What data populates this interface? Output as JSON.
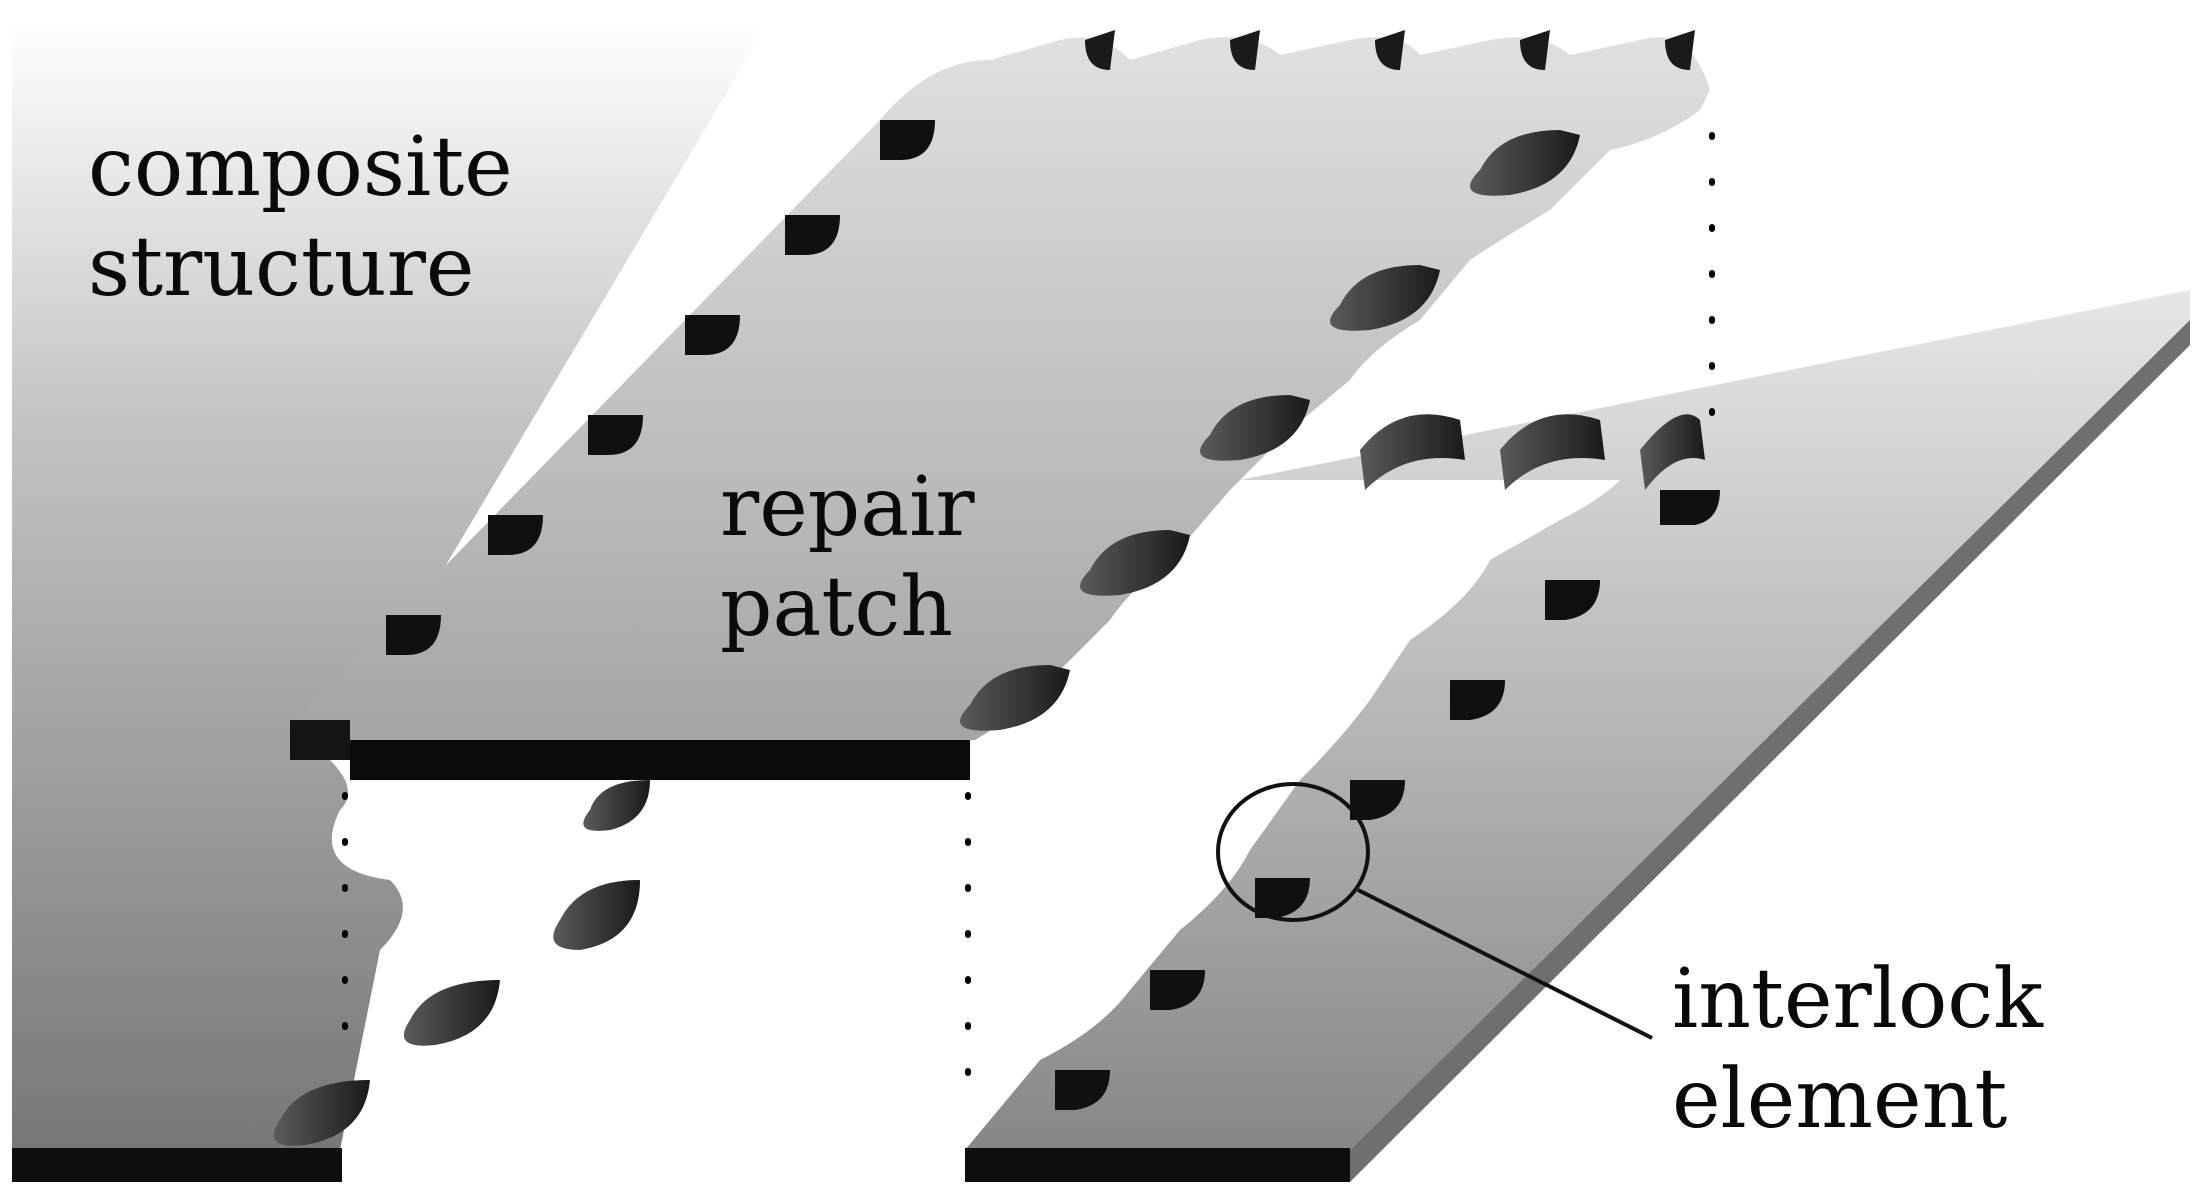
{
  "labels": {
    "composite_structure": [
      "composite",
      "structure"
    ],
    "repair_patch": [
      "repair",
      "patch"
    ],
    "interlock_element": [
      "interlock",
      "element"
    ]
  },
  "colors": {
    "surface_light": "#d2d2d2",
    "surface_dark": "#888888",
    "edge": "#0e0e0e",
    "highlight_ring": "#111111"
  },
  "icons": {
    "notch": "interlock-notch-icon",
    "guide_line": "dotted-guide-line"
  }
}
